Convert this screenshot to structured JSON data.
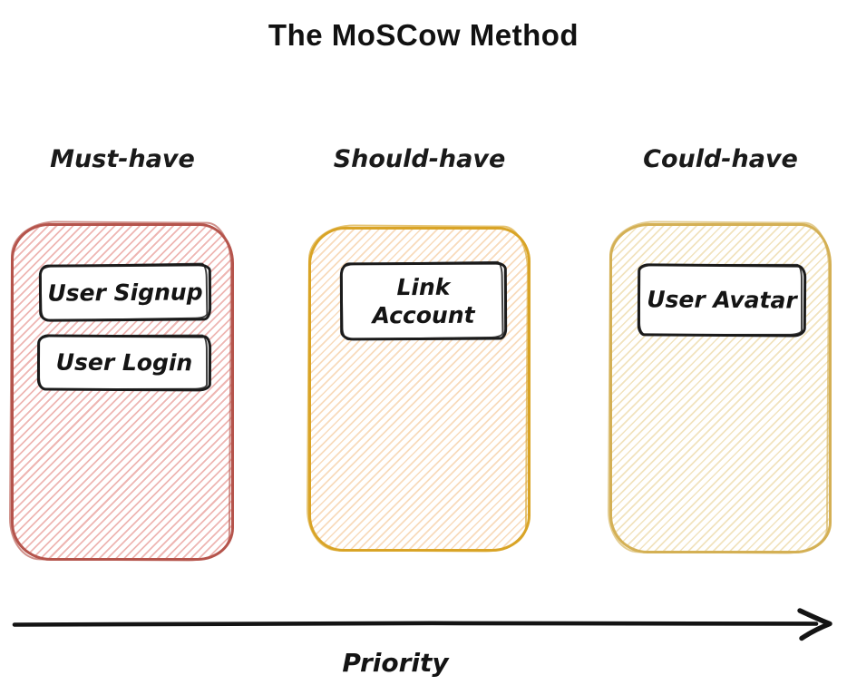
{
  "title": "The MoSCow Method",
  "columns": [
    {
      "label": "Must-have",
      "cards": [
        "User Signup",
        "User Login"
      ]
    },
    {
      "label": "Should-have",
      "cards": [
        "Link Account"
      ]
    },
    {
      "label": "Could-have",
      "cards": [
        "User Avatar"
      ]
    }
  ],
  "axis": {
    "label": "Priority",
    "direction": "left-to-right"
  },
  "palette": {
    "must_border": "#b5544c",
    "must_hatch": "#f0b3ae",
    "should_border": "#d9a427",
    "should_hatch": "#f6d8b8",
    "could_border": "#d4b055",
    "could_hatch": "#f2e5b4",
    "ink": "#1b1b1b"
  }
}
